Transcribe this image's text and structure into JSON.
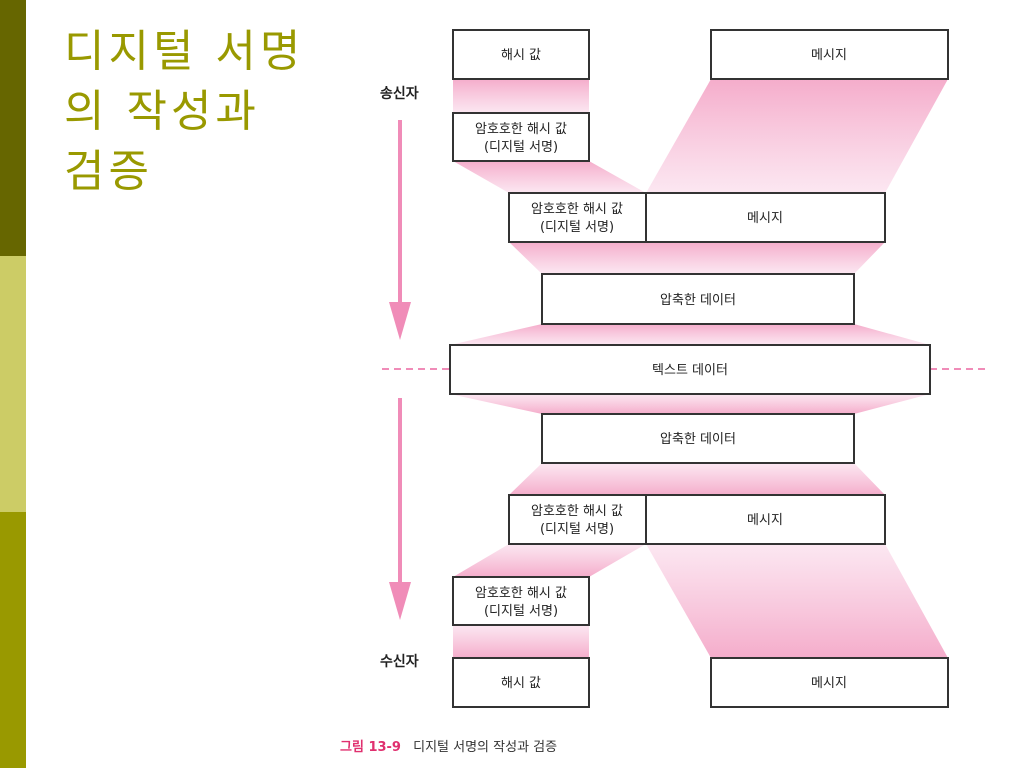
{
  "slide": {
    "title_lines": [
      "디지털 서명",
      "의 작성과",
      "검증"
    ]
  },
  "colors": {
    "band_dark": "#666600",
    "band_light": "#cccc66",
    "band_mid": "#999900",
    "title": "#999900",
    "flow_pink": "#f4a8c8",
    "arrow_pink": "#f08cb8",
    "caption_accent": "#e0306f"
  },
  "diagram": {
    "sender_label": "송신자",
    "receiver_label": "수신자",
    "top": {
      "hash_value": "해시 값",
      "message": "메시지",
      "encrypted_hash": [
        "암호호한 해시 값",
        "(디지털 서명)"
      ],
      "combined_hash": [
        "암호호한 해시 값",
        "(디지털 서명)"
      ],
      "combined_message": "메시지",
      "compressed": "압축한 데이터"
    },
    "middle": {
      "text_data": "텍스트 데이터"
    },
    "bottom": {
      "compressed": "압축한 데이터",
      "combined_hash": [
        "암호호한 해시 값",
        "(디지털 서명)"
      ],
      "combined_message": "메시지",
      "encrypted_hash": [
        "암호호한 해시 값",
        "(디지털 서명)"
      ],
      "hash_value": "해시 값",
      "message": "메시지"
    }
  },
  "caption": {
    "figure_number": "그림 13-9",
    "text": "디지털 서명의 작성과 검증"
  }
}
